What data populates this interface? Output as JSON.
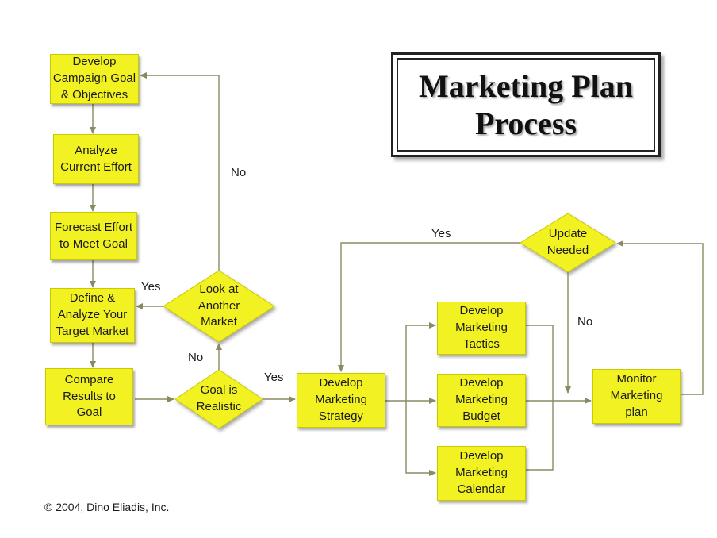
{
  "title": "Marketing Plan\nProcess",
  "nodes": {
    "develop_goal": "Develop\nCampaign Goal\n& Objectives",
    "analyze_effort": "Analyze\nCurrent Effort",
    "forecast_effort": "Forecast Effort\nto Meet Goal",
    "define_market": "Define &\nAnalyze Your\nTarget Market",
    "compare_results": "Compare\nResults to\nGoal",
    "look_another_market": "Look at\nAnother\nMarket",
    "goal_realistic": "Goal is\nRealistic",
    "develop_strategy": "Develop\nMarketing\nStrategy",
    "develop_tactics": "Develop\nMarketing\nTactics",
    "develop_budget": "Develop\nMarketing\nBudget",
    "develop_calendar": "Develop\nMarketing\nCalendar",
    "monitor_plan": "Monitor\nMarketing\nplan",
    "update_needed": "Update\nNeeded"
  },
  "edge_labels": {
    "look_no": "No",
    "look_yes": "Yes",
    "realistic_no": "No",
    "realistic_yes": "Yes",
    "update_yes": "Yes",
    "update_no": "No"
  },
  "colors": {
    "box_fill": "#f2f222",
    "box_border": "#c9c900",
    "connector": "#8a8a62"
  },
  "copyright": "©  2004, Dino Eliadis, Inc."
}
